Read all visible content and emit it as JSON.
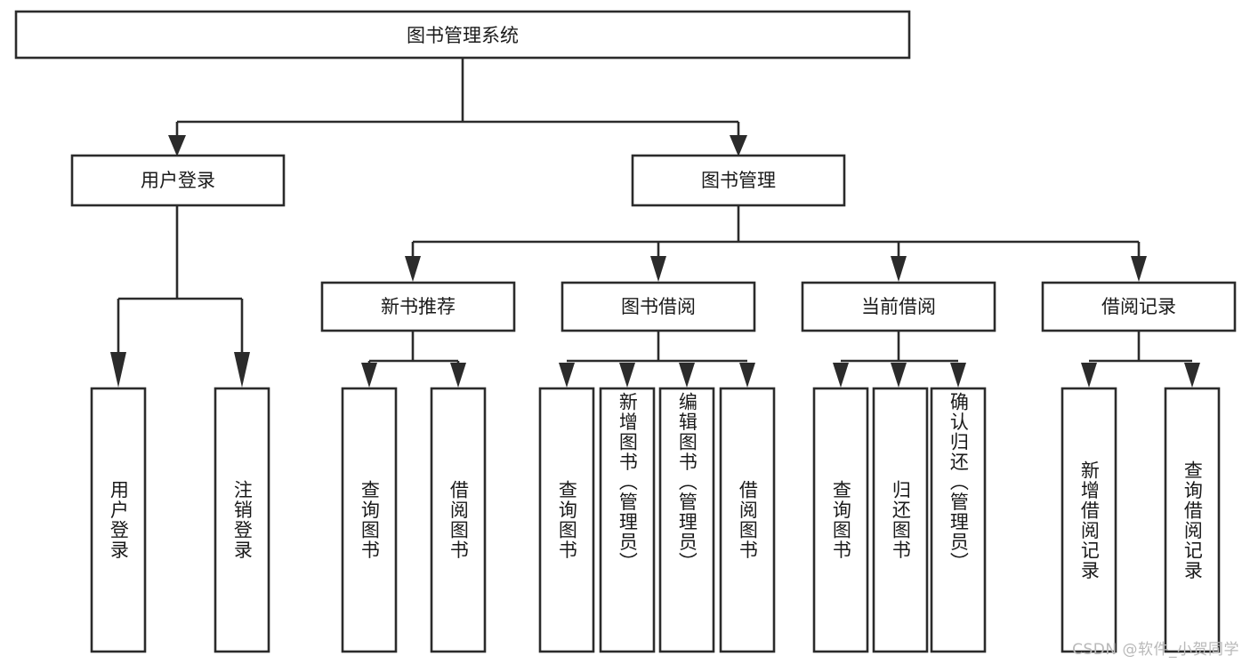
{
  "diagram": {
    "title": "图书管理系统",
    "type": "tree",
    "watermark": "CSDN @软件_小贺同学",
    "root": {
      "id": "root",
      "label": "图书管理系统"
    },
    "level2": [
      {
        "id": "user-login",
        "label": "用户登录"
      },
      {
        "id": "book-manage",
        "label": "图书管理"
      }
    ],
    "level3": [
      {
        "id": "new-book-recommend",
        "label": "新书推荐",
        "parent": "book-manage"
      },
      {
        "id": "book-borrow",
        "label": "图书借阅",
        "parent": "book-manage"
      },
      {
        "id": "current-borrow",
        "label": "当前借阅",
        "parent": "book-manage"
      },
      {
        "id": "borrow-record",
        "label": "借阅记录",
        "parent": "book-manage"
      }
    ],
    "leaves": [
      {
        "id": "leaf-user-login",
        "label": "用户登录",
        "parent": "user-login"
      },
      {
        "id": "leaf-logout",
        "label": "注销登录",
        "parent": "user-login"
      },
      {
        "id": "leaf-query-book-1",
        "label": "查询图书",
        "parent": "new-book-recommend"
      },
      {
        "id": "leaf-borrow-book-1",
        "label": "借阅图书",
        "parent": "new-book-recommend"
      },
      {
        "id": "leaf-query-book-2",
        "label": "查询图书",
        "parent": "book-borrow"
      },
      {
        "id": "leaf-add-book",
        "label": "新增图书（管理员）",
        "parent": "book-borrow"
      },
      {
        "id": "leaf-edit-book",
        "label": "编辑图书（管理员）",
        "parent": "book-borrow"
      },
      {
        "id": "leaf-borrow-book-2",
        "label": "借阅图书",
        "parent": "book-borrow"
      },
      {
        "id": "leaf-query-book-3",
        "label": "查询图书",
        "parent": "current-borrow"
      },
      {
        "id": "leaf-return-book",
        "label": "归还图书",
        "parent": "current-borrow"
      },
      {
        "id": "leaf-confirm-return",
        "label": "确认归还（管理员）",
        "parent": "current-borrow"
      },
      {
        "id": "leaf-add-record",
        "label": "新增借阅记录",
        "parent": "borrow-record"
      },
      {
        "id": "leaf-query-record",
        "label": "查询借阅记录",
        "parent": "borrow-record"
      }
    ],
    "colors": {
      "box_fill": "#ffffff",
      "box_stroke": "#2b2b2b",
      "connector": "#2b2b2b",
      "text": "#1a1a1a",
      "watermark": "#b9b9b9",
      "background": "#ffffff"
    }
  }
}
